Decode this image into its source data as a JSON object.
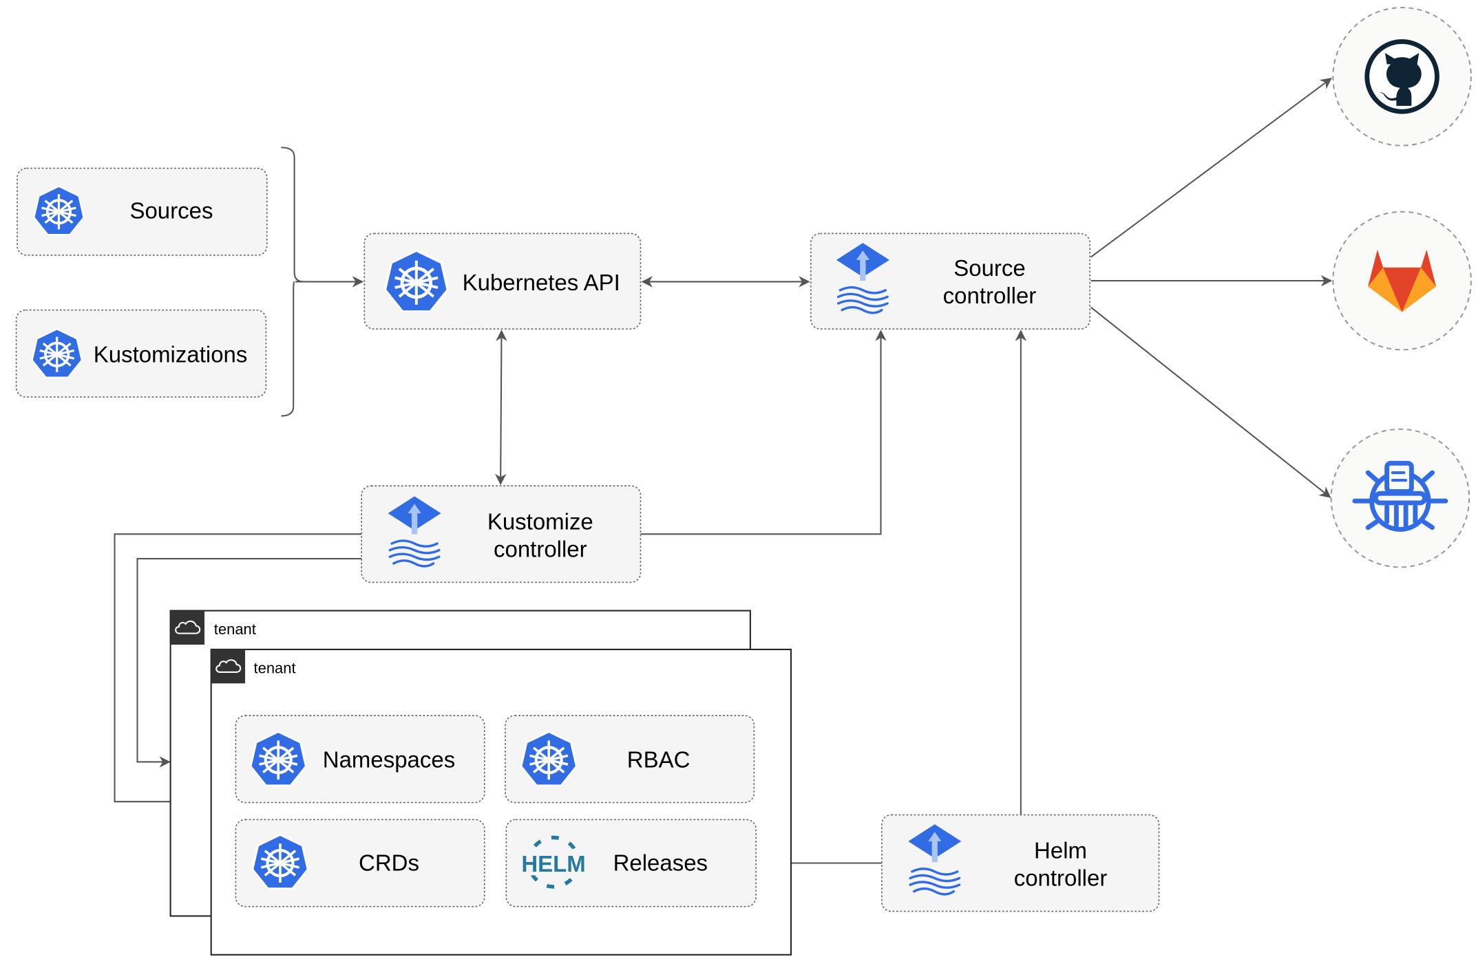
{
  "nodes": {
    "sources": "Sources",
    "kustomizations": "Kustomizations",
    "kubernetes_api": "Kubernetes API",
    "source_controller": [
      "Source",
      "controller"
    ],
    "kustomize_controller": [
      "Kustomize",
      "controller"
    ],
    "helm_controller": [
      "Helm",
      "controller"
    ],
    "namespaces": "Namespaces",
    "rbac": "RBAC",
    "crds": "CRDs",
    "releases": "Releases"
  },
  "tenants": [
    "tenant",
    "tenant"
  ],
  "helm_logo_text": "HELM",
  "external": [
    "github-icon",
    "gitlab-icon",
    "bucket-icon"
  ],
  "colors": {
    "k8s_blue": "#326ce5",
    "gitlab_orange": "#e24329",
    "github_dark": "#0f2434",
    "helm_blue": "#277a9f"
  }
}
